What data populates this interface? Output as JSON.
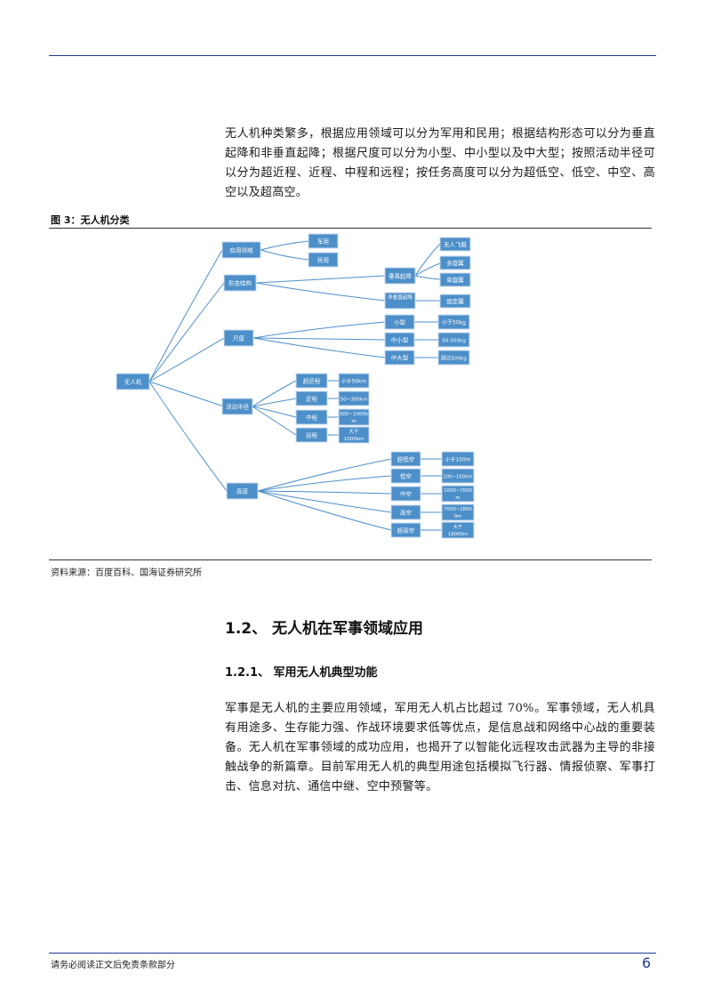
{
  "intro_paragraph": "无人机种类繁多，根据应用领域可以分为军用和民用；根据结构形态可以分为垂直起降和非垂直起降；根据尺度可以分为小型、中小型以及中大型；按照活动半径可以分为超近程、近程、中程和远程；按任务高度可以分为超低空、低空、中空、高空以及超高空。",
  "figure": {
    "title": "图 3：无人机分类",
    "source": "资料来源：百度百科、国海证券研究所",
    "nodes": {
      "root": "无人机",
      "application": "应用领域",
      "military": "军用",
      "civil": "民用",
      "structure": "形态结构",
      "vtol": "垂直起降",
      "non_vtol": "非垂直起降",
      "unmanned_airship": "无人飞艇",
      "multi_rotor": "多旋翼",
      "single_rotor": "单旋翼",
      "fixed_wing": "固定翼",
      "scale": "尺度",
      "small": "小型",
      "small_medium": "中小型",
      "medium_large": "中大型",
      "lt_50kg": "小于50kg",
      "kg_50_500": "50-500kg",
      "gt_500kg": "超过500kg",
      "radius": "活动半径",
      "ultra_short": "超近程",
      "short": "近程",
      "medium_range": "中程",
      "long_range": "远程",
      "lt_50km": "小于50km",
      "km_50_300": "50~300km",
      "km_300_1000_a": "300~1000k",
      "km_300_1000_b": "m",
      "gt_1000km_a": "大于",
      "gt_1000km_b": "1000km",
      "altitude": "高度",
      "ultra_low": "超低空",
      "low": "低空",
      "mid_alt": "中空",
      "high": "高空",
      "ultra_high": "超高空",
      "lt_100m": "小于100m",
      "m_100_1000": "100~1000m",
      "m_1000_7000_a": "1000~7000",
      "m_1000_7000_b": "m",
      "m_7000_18000_a": "7000~1800",
      "m_7000_18000_b": "0m",
      "gt_18000m_a": "大于",
      "gt_18000m_b": "18000m"
    }
  },
  "section_heading": "1.2、 无人机在军事领域应用",
  "subsection_heading": "1.2.1、 军用无人机典型功能",
  "body_paragraph": "军事是无人机的主要应用领域，军用无人机占比超过 70%。军事领域，无人机具有用途多、生存能力强、作战环境要求低等优点，是信息战和网络中心战的重要装备。无人机在军事领域的成功应用，也揭开了以智能化远程攻击武器为主导的非接触战争的新篇章。目前军用无人机的典型用途包括模拟飞行器、情报侦察、军事打击、信息对抗、通信中继、空中预警等。",
  "footer": {
    "disclaimer": "请务必阅读正文后免责条款部分",
    "page_number": "6"
  }
}
